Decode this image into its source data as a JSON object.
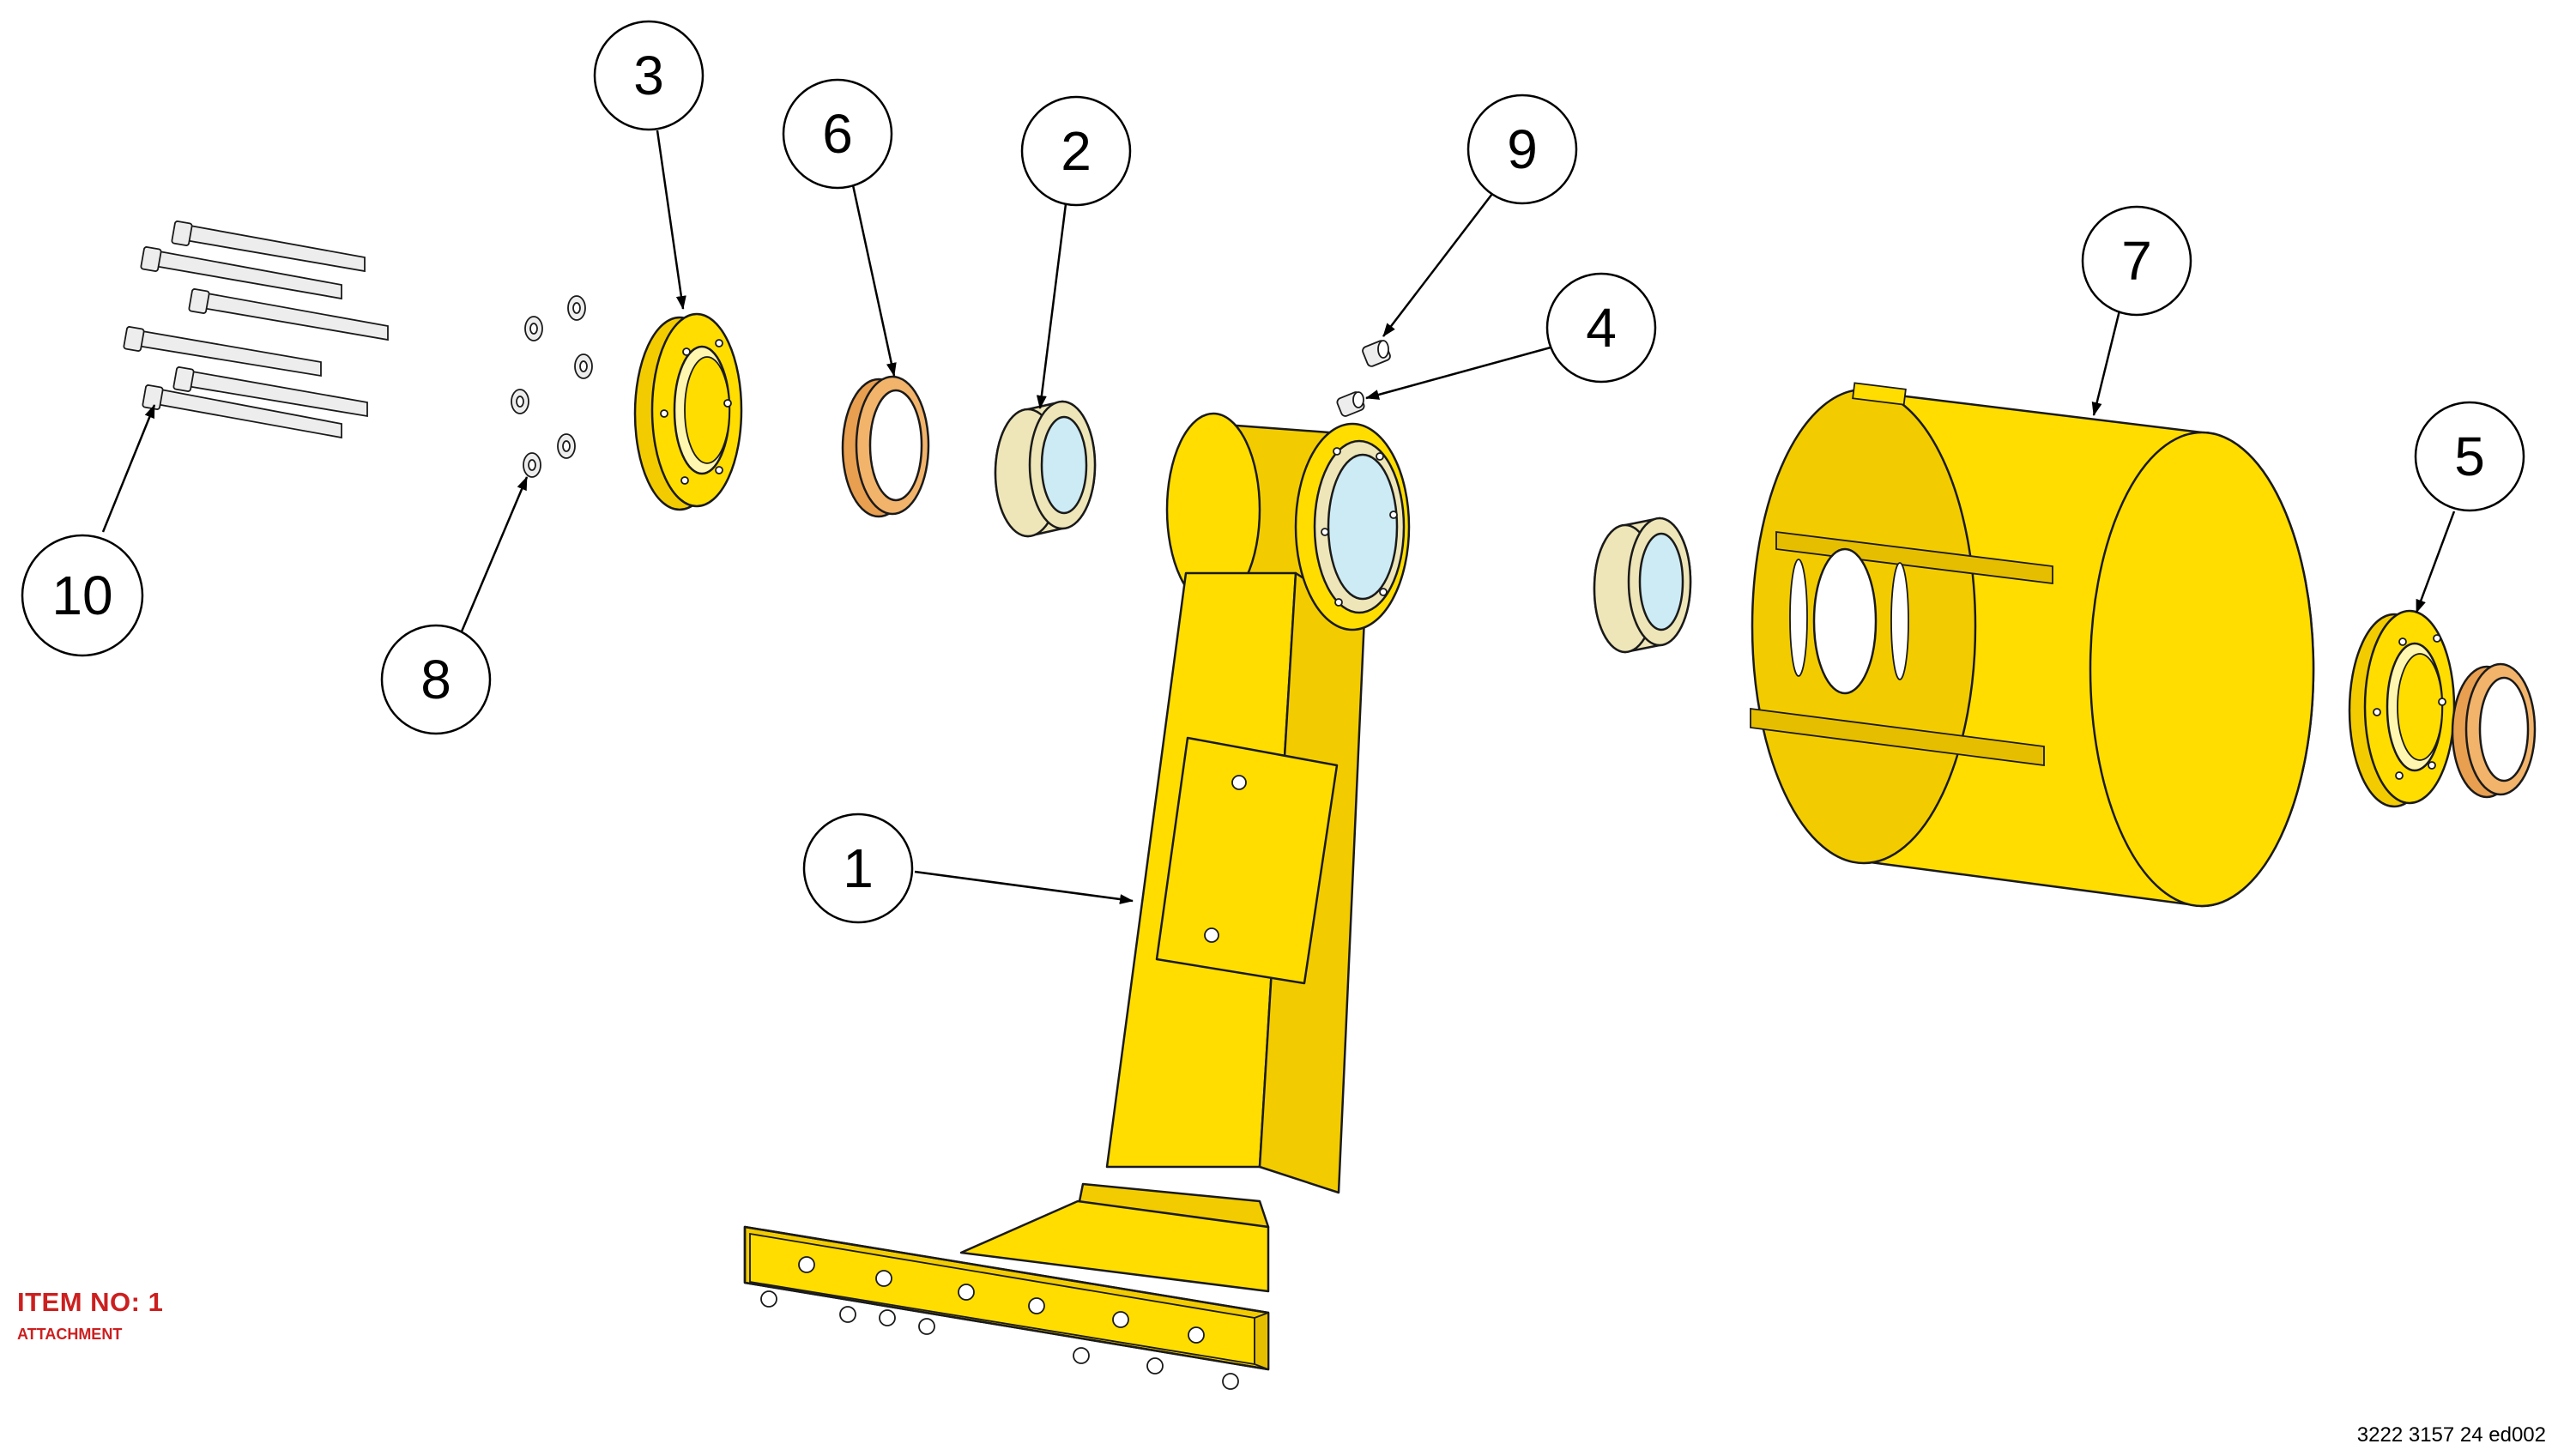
{
  "colors": {
    "part_yellow": "#FFDD00",
    "part_yellow_shade": "#F2CC00",
    "bearing_cream": "#EEE6B8",
    "bore_blue": "#CDEBF5",
    "seal_orange": "#F2B36B",
    "bolt_gray": "#EDEDED",
    "label_red": "#CC1F1F"
  },
  "callouts": [
    {
      "id": "3",
      "label": "3"
    },
    {
      "id": "6",
      "label": "6"
    },
    {
      "id": "2",
      "label": "2"
    },
    {
      "id": "9",
      "label": "9"
    },
    {
      "id": "4",
      "label": "4"
    },
    {
      "id": "7",
      "label": "7"
    },
    {
      "id": "5",
      "label": "5"
    },
    {
      "id": "10",
      "label": "10"
    },
    {
      "id": "8",
      "label": "8"
    },
    {
      "id": "1",
      "label": "1"
    }
  ],
  "item": {
    "title": "ITEM NO: 1",
    "subtitle": "ATTACHMENT"
  },
  "drawing_id": "3222 3157 24 ed002"
}
